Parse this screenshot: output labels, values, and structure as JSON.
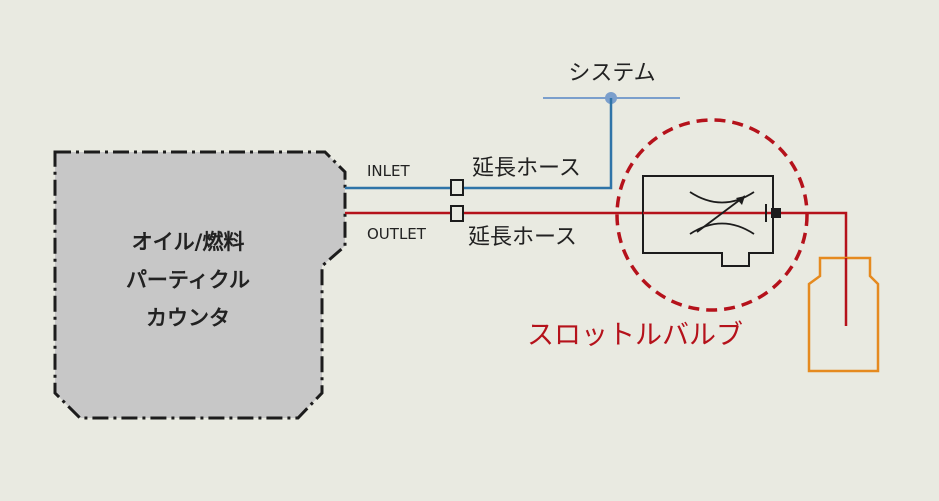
{
  "colors": {
    "background": "#e9eae1",
    "counter_fill": "#c7c7c7",
    "inlet_line": "#2f74a8",
    "outlet_line": "#b5121b",
    "system_line": "#7b9fcc",
    "valve_highlight": "#b5121b",
    "container": "#e58a1f"
  },
  "counter": {
    "line1": "オイル/燃料",
    "line2": "パーティクル",
    "line3": "カウンタ"
  },
  "labels": {
    "inlet": "INLET",
    "outlet": "OUTLET",
    "hose_top": "延長ホース",
    "hose_bottom": "延長ホース",
    "system": "システム",
    "throttle_valve": "スロットルバルブ"
  }
}
